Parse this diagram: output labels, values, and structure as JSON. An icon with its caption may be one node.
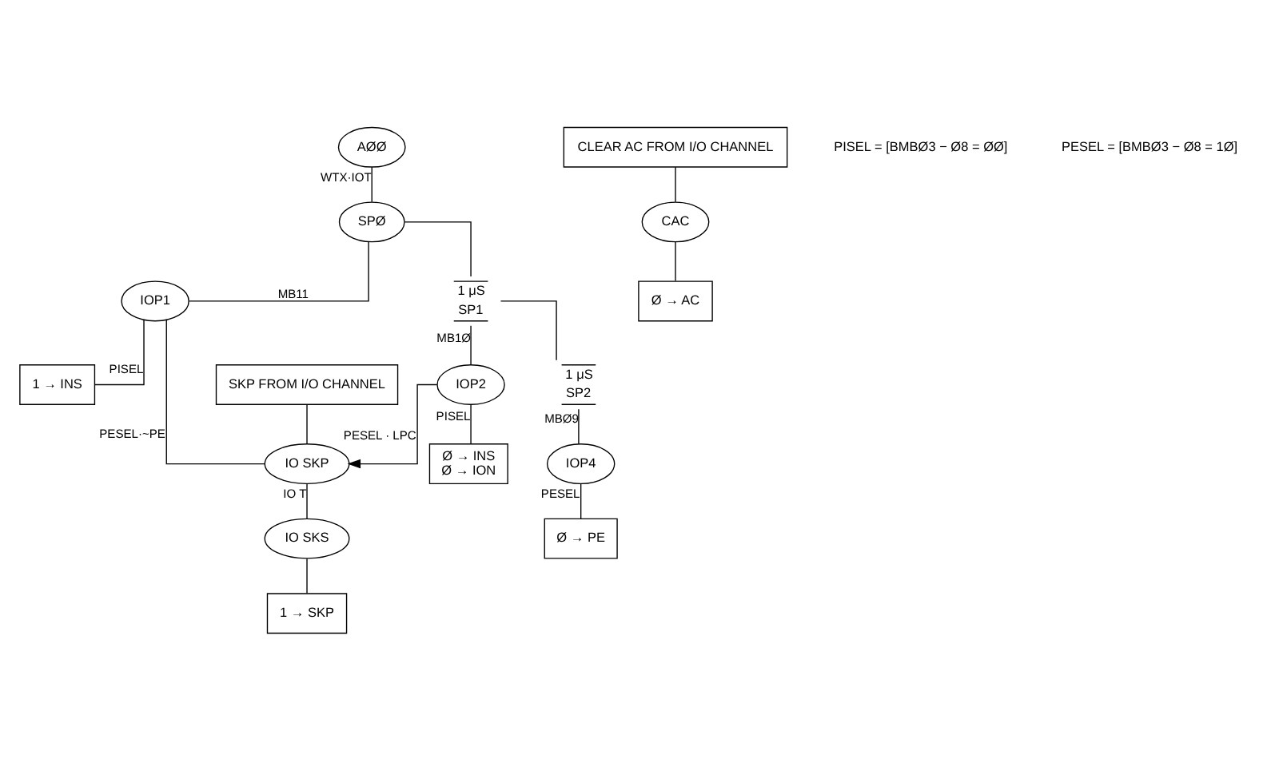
{
  "diagram": {
    "nodes": [
      {
        "text": [
          "AØØ"
        ]
      },
      {
        "text": [
          "SPØ"
        ]
      },
      {
        "text": [
          "IOP1"
        ]
      },
      {
        "text": [
          "1 μS",
          "SP1"
        ]
      },
      {
        "text": [
          "1 → INS"
        ]
      },
      {
        "text": [
          "SKP FROM I/O CHANNEL"
        ]
      },
      {
        "text": [
          "CLEAR AC FROM I/O CHANNEL"
        ]
      },
      {
        "text": [
          "CAC"
        ]
      },
      {
        "text": [
          "Ø → AC"
        ]
      },
      {
        "text": [
          "IOP2"
        ]
      },
      {
        "text": [
          "1 μS",
          "SP2"
        ]
      },
      {
        "text": [
          "Ø → INS",
          "Ø → ION"
        ]
      },
      {
        "text": [
          "IO SKP"
        ]
      },
      {
        "text": [
          "IO SKS"
        ]
      },
      {
        "text": [
          "IOP4"
        ]
      },
      {
        "text": [
          "Ø → PE"
        ]
      },
      {
        "text": [
          "1 → SKP"
        ]
      }
    ],
    "edges": [
      {
        "from": 0,
        "to": 1,
        "arrow": "none",
        "label": "WTX·IOT"
      },
      {
        "from": 1,
        "to": 2,
        "arrow": "none",
        "label": "MB11"
      },
      {
        "from": 1,
        "to": 3,
        "arrow": "none"
      },
      {
        "from": 2,
        "to": 4,
        "arrow": "none",
        "label": "PISEL"
      },
      {
        "from": 2,
        "to": 12,
        "arrow": "none",
        "label": "PESEL·~PE"
      },
      {
        "from": 5,
        "to": 12,
        "arrow": "none"
      },
      {
        "from": 6,
        "to": 7,
        "arrow": "none"
      },
      {
        "from": 7,
        "to": 8,
        "arrow": "none"
      },
      {
        "from": 3,
        "to": 9,
        "arrow": "none",
        "label": "MB1Ø"
      },
      {
        "from": 3,
        "to": 10,
        "arrow": "none"
      },
      {
        "from": 9,
        "to": 11,
        "arrow": "none",
        "label": "PISEL"
      },
      {
        "from": 9,
        "to": 12,
        "arrow": "to",
        "label": "PESEL · LPC"
      },
      {
        "from": 10,
        "to": 14,
        "arrow": "none",
        "label": "MBØ9"
      },
      {
        "from": 14,
        "to": 15,
        "arrow": "none",
        "label": "PESEL"
      },
      {
        "from": 12,
        "to": 13,
        "arrow": "none",
        "label": "IO T"
      },
      {
        "from": 13,
        "to": 16,
        "arrow": "none"
      }
    ],
    "labels": [
      "PISEL = [BMBØ3 − Ø8 = ØØ]",
      "PESEL = [BMBØ3 − Ø8 = 1Ø]"
    ]
  }
}
